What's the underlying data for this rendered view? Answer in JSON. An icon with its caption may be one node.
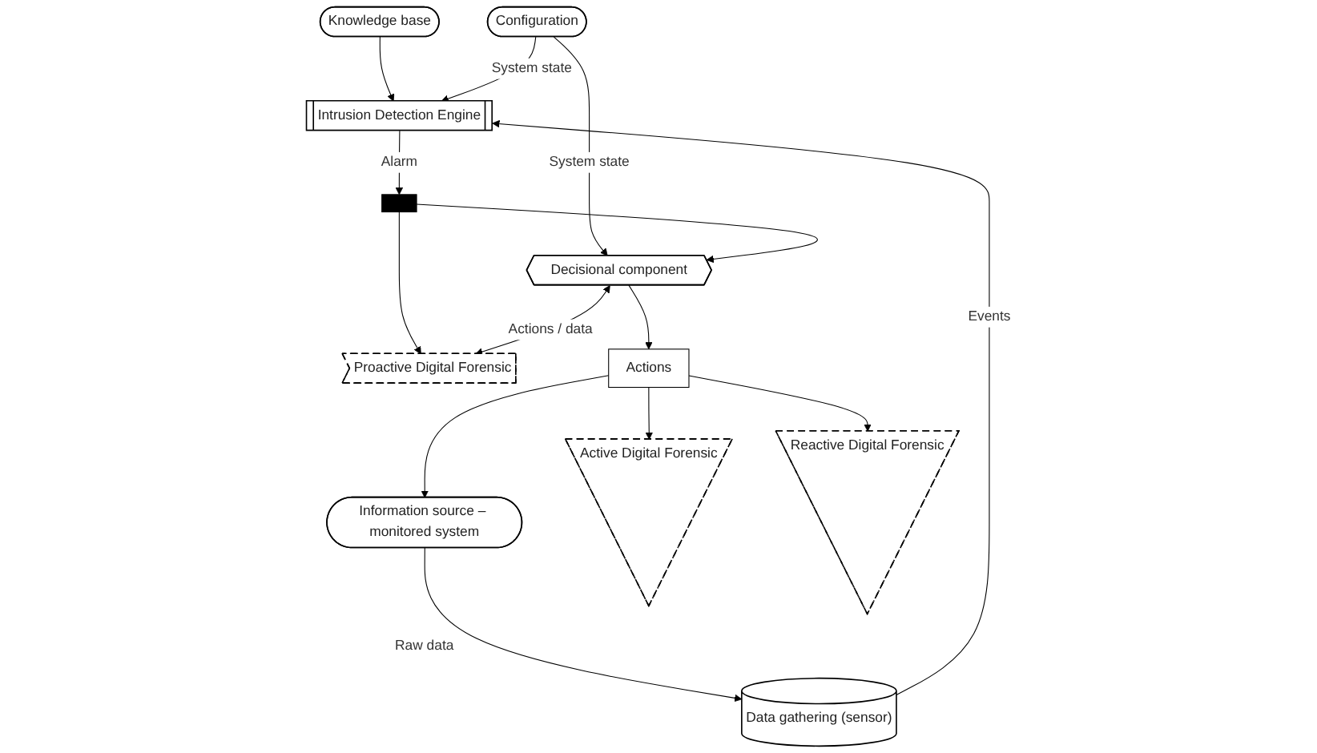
{
  "diagram": {
    "nodes": [
      {
        "text": [
          "Knowledge base"
        ]
      },
      {
        "text": [
          "Configuration"
        ]
      },
      {
        "text": [
          "Intrusion Detection Engine"
        ]
      },
      {
        "text": [],
        "shape": "bar"
      },
      {
        "text": [
          "Decisional component"
        ]
      },
      {
        "text": [
          "Proactive Digital Forensic"
        ]
      },
      {
        "text": [
          "Actions"
        ]
      },
      {
        "text": [
          "Data gathering (sensor)"
        ]
      },
      {
        "text": [
          "Information source – monitored system"
        ]
      },
      {
        "text": [
          "Active Digital Forensic"
        ]
      },
      {
        "text": [
          "Reactive Digital Forensic"
        ]
      }
    ],
    "edges": [
      {
        "from": 0,
        "to": 2,
        "arrow": "to"
      },
      {
        "from": 1,
        "to": 2,
        "arrow": "to",
        "label": "System state"
      },
      {
        "from": 1,
        "to": 4,
        "arrow": "to",
        "label": "System state"
      },
      {
        "from": 2,
        "to": 3,
        "arrow": "to",
        "label": "Alarm"
      },
      {
        "from": 3,
        "to": 4,
        "arrow": "to"
      },
      {
        "from": 3,
        "to": 5,
        "arrow": "to"
      },
      {
        "from": 4,
        "to": 5,
        "arrow": "both",
        "label": "Actions / data"
      },
      {
        "from": 4,
        "to": 6,
        "arrow": "to"
      },
      {
        "from": 6,
        "to": 8,
        "arrow": "to"
      },
      {
        "from": 6,
        "to": 9,
        "arrow": "to"
      },
      {
        "from": 6,
        "to": 10,
        "arrow": "to"
      },
      {
        "from": 8,
        "to": 7,
        "arrow": "to",
        "label": "Raw data"
      },
      {
        "from": 7,
        "to": 2,
        "arrow": "to",
        "label": "Events"
      }
    ]
  }
}
